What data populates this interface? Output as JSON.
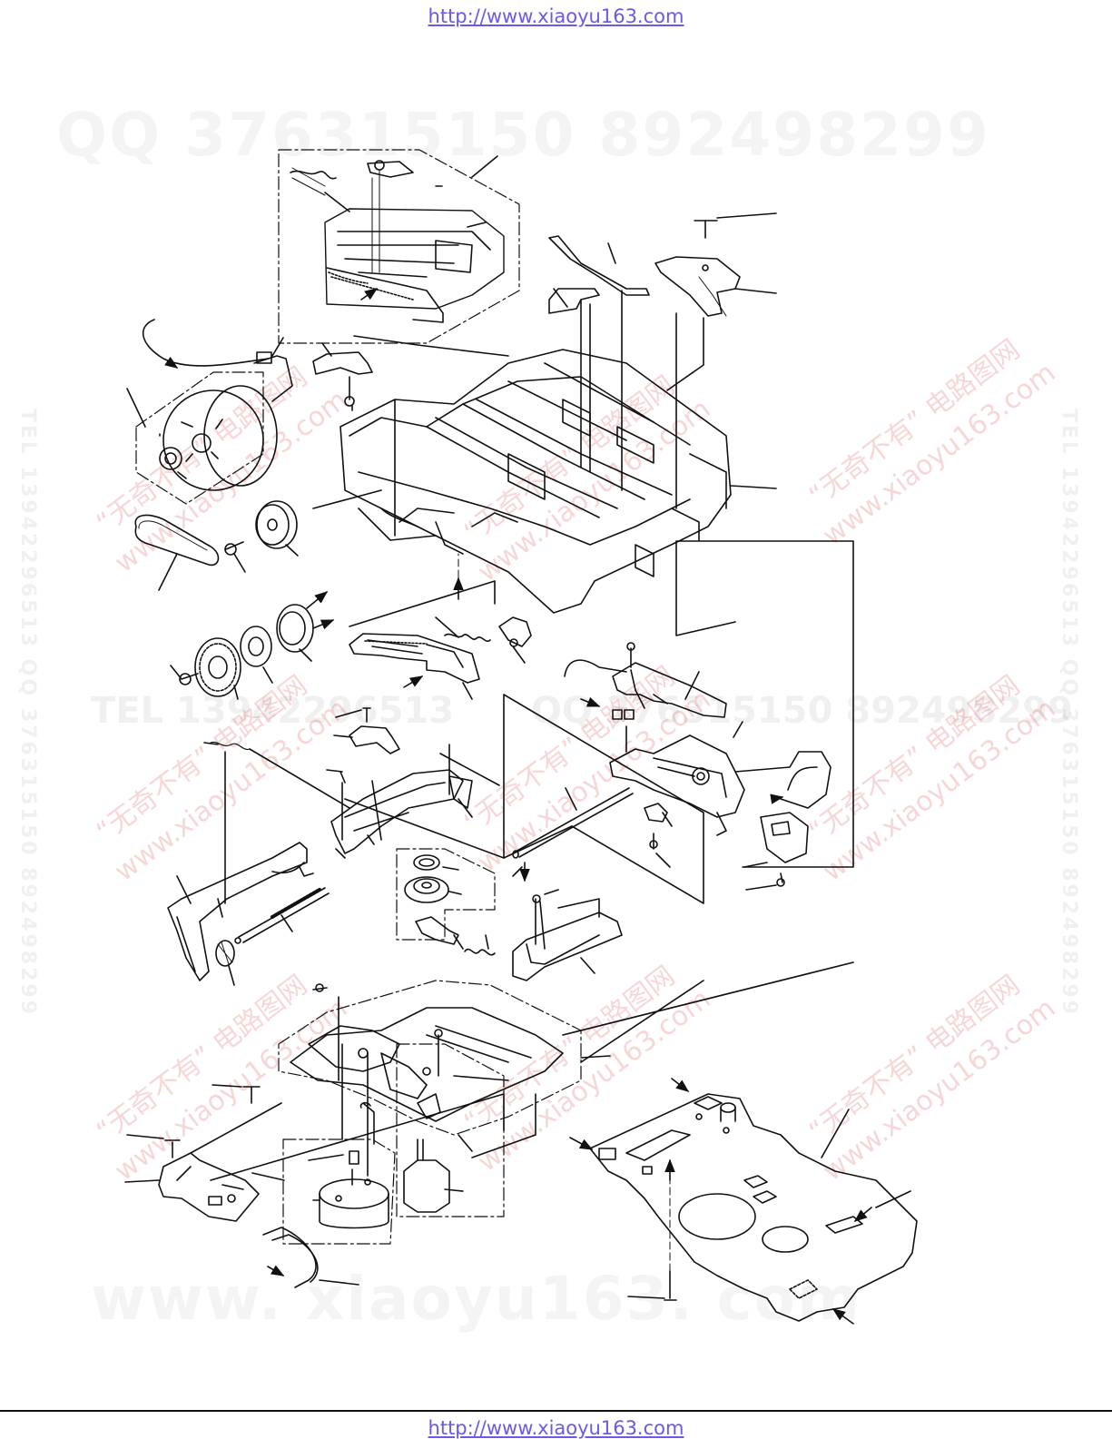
{
  "header": {
    "url": "http://www.xiaoyu163.com"
  },
  "footer": {
    "url": "http://www.xiaoyu163.com"
  },
  "watermarks": {
    "qq_line": "QQ 376315150    892498299",
    "tel_line": "TEL 13942296513",
    "mid_line": "QQ 376315150  892498299",
    "www_line": "www. xiaoyu163. com",
    "vertical": "TEL 13942296513  QQ 376315150  892498299",
    "red_cn": "“无奇不有” 电路图网",
    "red_site": "www.xiaoyu163.com"
  },
  "colors": {
    "link": "#6a5ae6",
    "line": "#111111",
    "watermark_red": "#dc4646"
  }
}
